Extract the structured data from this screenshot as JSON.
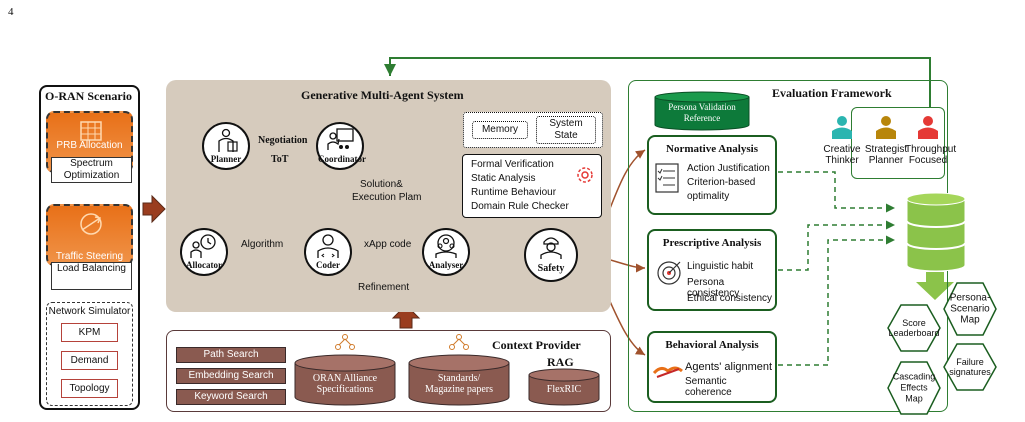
{
  "page_number": "4",
  "oran": {
    "title": "O-RAN Scenario",
    "prb_allocation": "PRB Allocation",
    "spectrum_optimization": "Spectrum Optimization",
    "traffic_steering": "Traffic Steering",
    "load_balancing": "Load Balancing",
    "network_simulator": "Network Simulator",
    "kpm": "KPM",
    "demand": "Demand",
    "topology": "Topology"
  },
  "gmas": {
    "title": "Generative Multi-Agent System",
    "negotiation": "Negotiation",
    "tot": "ToT",
    "planner": "Planner",
    "coordinator": "Coordinator",
    "memory": "Memory",
    "system_state": "System State",
    "formal_verification": "Formal Verification",
    "static_analysis": "Static Analysis",
    "runtime_behaviour": "Runtime Behaviour",
    "domain_rule_checker": "Domain Rule Checker",
    "solution_plan": "Solution&",
    "execution_plan": "Execution Plam",
    "allocator": "Allocator",
    "algorithm": "Algorithm",
    "coder": "Coder",
    "xapp_code": "xApp code",
    "analyser": "Analyser",
    "safety": "Safety",
    "refinement": "Refinement"
  },
  "context": {
    "title": "Context Provider",
    "rag": "RAG",
    "path_search": "Path Search",
    "embedding_search": "Embedding Search",
    "keyword_search": "Keyword Search",
    "oran_alliance": "ORAN Alliance",
    "specifications": "Specifications",
    "standards": "Standards/",
    "magazine_papers": "Magazine papers",
    "flexric": "FlexRIC"
  },
  "evaluation": {
    "title": "Evaluation Framework",
    "persona_validation": "Persona Validation",
    "reference": "Reference",
    "normative": {
      "title": "Normative Analysis",
      "items": [
        "Action Justification",
        "Criterion-based",
        "optimality"
      ]
    },
    "prescriptive": {
      "title": "Prescriptive Analysis",
      "items": [
        "Linguistic habit",
        "Persona consistency",
        "Ethical consistency"
      ]
    },
    "behavioral": {
      "title": "Behavioral Analysis",
      "items": [
        "Agents' alignment",
        "Semantic coherence"
      ]
    },
    "personas": [
      {
        "line1": "Creative",
        "line2": "Thinker",
        "color": "#2bb5b0"
      },
      {
        "line1": "Strategist",
        "line2": "Planner",
        "color": "#b8860b"
      },
      {
        "line1": "Throughput",
        "line2": "Focused",
        "color": "#e53935"
      }
    ],
    "outputs": {
      "score": "Score",
      "leaderboard": "Leaderboard",
      "persona": "Persona-",
      "scenario_map": "Scenario",
      "map": "Map",
      "failure": "Failure",
      "signatures": "signatures",
      "cascading": "Cascading",
      "effects": "Effects",
      "effects_map": "Map"
    }
  },
  "colors": {
    "orange": "#e87018",
    "green_dark": "#1b5e20",
    "green_light": "#8bc34a",
    "arrow_brown": "#a0522d",
    "panel_tan": "#d6cbbd"
  }
}
